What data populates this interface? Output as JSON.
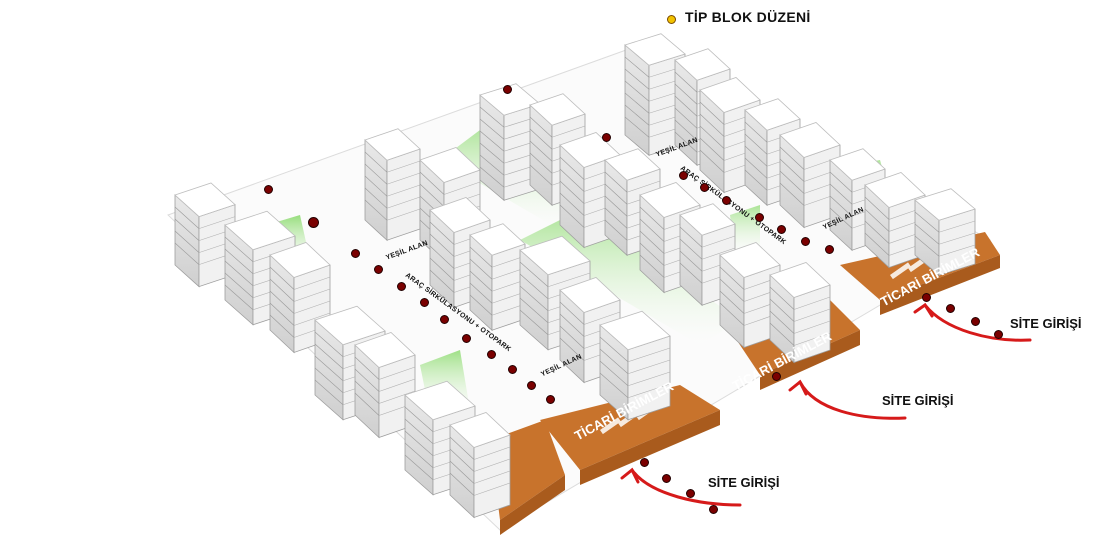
{
  "diagram": {
    "title": "TİP BLOK DÜZENİ",
    "site_entrance_label": "SİTE GİRİŞİ",
    "commercial_label": "TİCARİ BİRİMLER",
    "green_area_label": "YEŞİL ALAN",
    "traffic_label": "ARAÇ SİRKÜLASYONU + OTOPARK",
    "colors": {
      "commercial": "#c8732c",
      "green": "#4fc02f",
      "arrow": "#d61a1a",
      "building": "#f4f4f4",
      "dot": "#7a0000"
    }
  }
}
